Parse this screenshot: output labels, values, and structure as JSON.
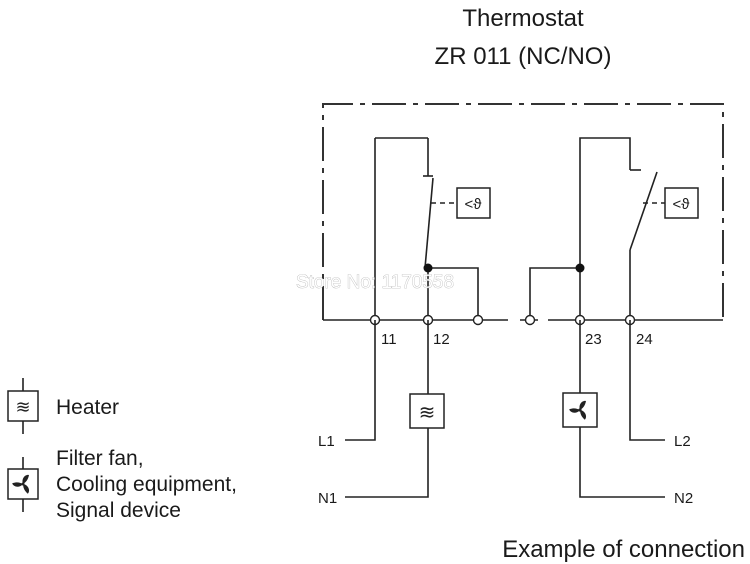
{
  "title": {
    "line1": "Thermostat",
    "line2": "ZR 011 (NC/NO)"
  },
  "terminals": [
    "11",
    "12",
    "23",
    "24"
  ],
  "supply_labels": {
    "l1": "L1",
    "n1": "N1",
    "l2": "L2",
    "n2": "N2"
  },
  "sensor_symbol": "<ϑ",
  "heater_symbol": "≋",
  "legend": {
    "heater": "Heater",
    "fan_line1": "Filter fan,",
    "fan_line2": "Cooling equipment,",
    "fan_line3": "Signal device"
  },
  "caption": "Example of connection",
  "watermark": "Store No: 1170558",
  "icons": [
    "heater-icon",
    "fan-icon",
    "thermal-sensor-icon"
  ]
}
